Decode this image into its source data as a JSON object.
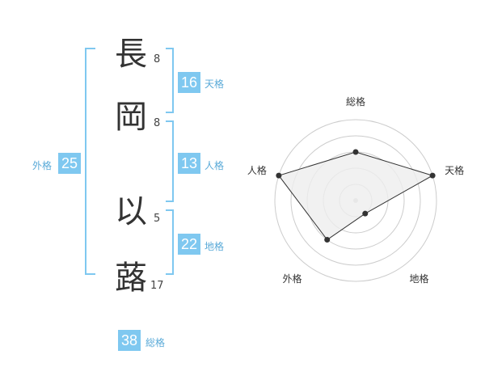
{
  "name": {
    "chars": [
      {
        "char": "長",
        "strokes": "8"
      },
      {
        "char": "岡",
        "strokes": "8"
      },
      {
        "char": "以",
        "strokes": "5"
      },
      {
        "char": "蕗",
        "strokes": "17"
      }
    ]
  },
  "fortunes": {
    "tenkaku": {
      "value": "16",
      "label": "天格"
    },
    "jinkaku": {
      "value": "13",
      "label": "人格"
    },
    "chikaku": {
      "value": "22",
      "label": "地格"
    },
    "gaikaku": {
      "value": "25",
      "label": "外格"
    },
    "soukaku": {
      "value": "38",
      "label": "総格"
    }
  },
  "colors": {
    "accent": "#7fc8f0",
    "bracket": "#7fc8f0",
    "label": "#5aaad8",
    "radar_fill": "#eeeeee",
    "radar_grid": "#cccccc",
    "radar_line": "#333333"
  },
  "chart_data": {
    "type": "radar",
    "axes": [
      "総格",
      "天格",
      "地格",
      "外格",
      "人格"
    ],
    "max": 5,
    "values": [
      3.0,
      5.0,
      1.0,
      3.0,
      5.0
    ],
    "rings": 5
  }
}
